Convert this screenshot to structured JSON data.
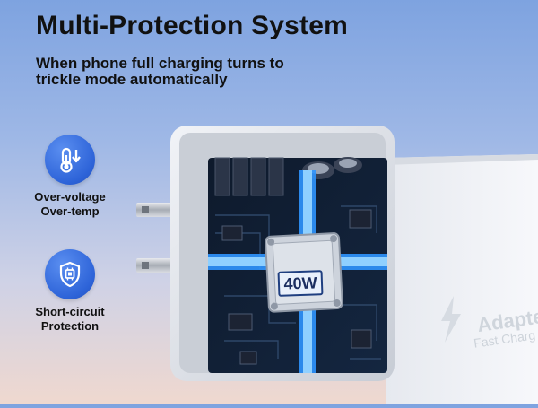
{
  "headline": "Multi-Protection System",
  "subheadline": "When phone full charging turns to trickle mode automatically",
  "features": [
    {
      "icon": "thermometer-arrow-icon",
      "label_line1": "Over-voltage",
      "label_line2": "Over-temp"
    },
    {
      "icon": "shield-chip-icon",
      "label_line1": "Short-circuit",
      "label_line2": "Protection"
    }
  ],
  "product": {
    "wattage": "40W",
    "brand": "Adapte",
    "brand_sub": "Fast Charg"
  },
  "colors": {
    "accent": "#2d63d8",
    "glow": "#3aa2ff",
    "background_top": "#7ea3e0",
    "background_bottom": "#efd8cf"
  }
}
